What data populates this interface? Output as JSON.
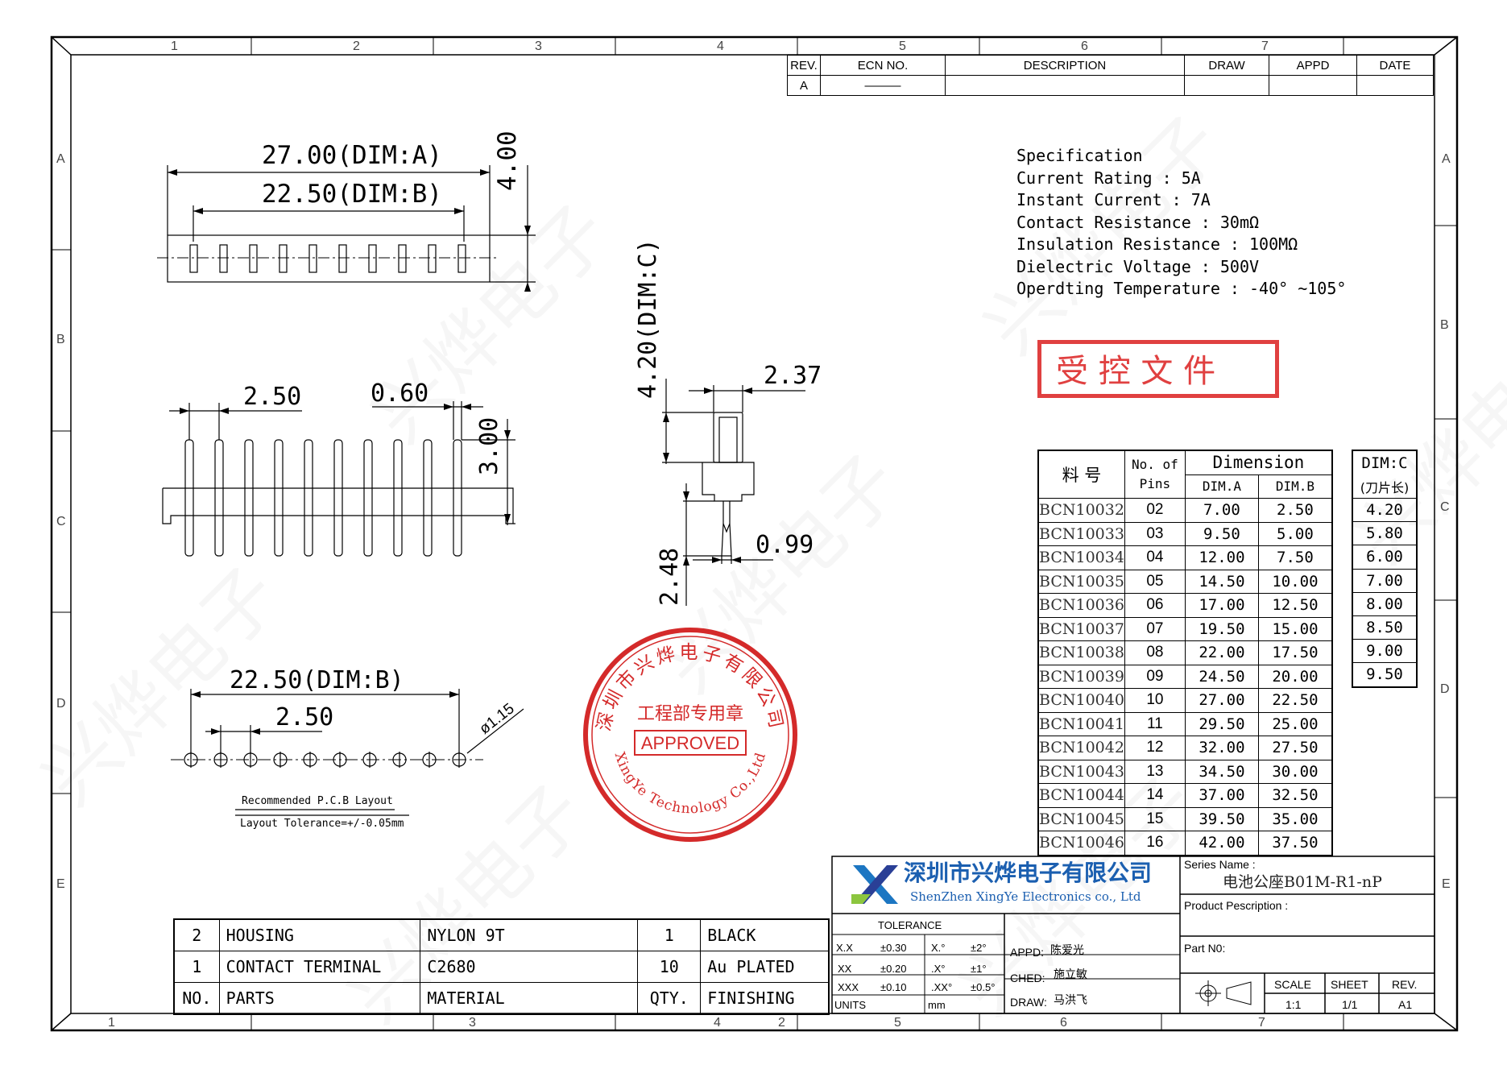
{
  "frame": {
    "top_zones": [
      "1",
      "2",
      "3",
      "4",
      "5",
      "6",
      "7"
    ],
    "bottom_zones": [
      "1",
      "3",
      "4",
      "2",
      "5",
      "6",
      "7"
    ],
    "side_zones": [
      "A",
      "B",
      "C",
      "D",
      "E"
    ]
  },
  "revision_table": {
    "headers": [
      "REV.",
      "ECN NO.",
      "DESCRIPTION",
      "DRAW",
      "APPD",
      "DATE"
    ],
    "row": [
      "A",
      "———",
      "",
      "",
      "",
      ""
    ]
  },
  "views": {
    "top_view": {
      "dim_a_label": "27.00(DIM:A)",
      "dim_b_label": "22.50(DIM:B)",
      "height_label": "4.00"
    },
    "front_view": {
      "pitch_label": "2.50",
      "pin_width_label": "0.60",
      "pin_height_label": "3.00"
    },
    "side_view": {
      "dim_c_label": "4.20(DIM:C)",
      "width_label": "2.37",
      "pin_label": "0.99",
      "tail_label": "2.48"
    },
    "pcb_layout": {
      "dim_b_label": "22.50(DIM:B)",
      "pitch_label": "2.50",
      "hole_label": "ø1.15",
      "title": "Recommended P.C.B Layout",
      "tolerance": "Layout Tolerance=+/-0.05mm"
    }
  },
  "specification": {
    "title": "Specification",
    "lines": [
      "Current Rating : 5A",
      "Instant Current : 7A",
      "Contact Resistance : 30mΩ",
      "Insulation Resistance : 100MΩ",
      "Dielectric Voltage : 500V",
      "Operdting Temperature : -40° ~105°"
    ]
  },
  "controlled_stamp": "受 控 文 件",
  "dimension_table": {
    "header_part": "料 号",
    "header_pins": [
      "No. of",
      "Pins"
    ],
    "header_dimension": "Dimension",
    "header_dim_a": "DIM.A",
    "header_dim_b": "DIM.B",
    "rows": [
      {
        "part": "BCN10032",
        "pins": "02",
        "a": "7.00",
        "b": "2.50"
      },
      {
        "part": "BCN10033",
        "pins": "03",
        "a": "9.50",
        "b": "5.00"
      },
      {
        "part": "BCN10034",
        "pins": "04",
        "a": "12.00",
        "b": "7.50"
      },
      {
        "part": "BCN10035",
        "pins": "05",
        "a": "14.50",
        "b": "10.00"
      },
      {
        "part": "BCN10036",
        "pins": "06",
        "a": "17.00",
        "b": "12.50"
      },
      {
        "part": "BCN10037",
        "pins": "07",
        "a": "19.50",
        "b": "15.00"
      },
      {
        "part": "BCN10038",
        "pins": "08",
        "a": "22.00",
        "b": "17.50"
      },
      {
        "part": "BCN10039",
        "pins": "09",
        "a": "24.50",
        "b": "20.00"
      },
      {
        "part": "BCN10040",
        "pins": "10",
        "a": "27.00",
        "b": "22.50"
      },
      {
        "part": "BCN10041",
        "pins": "11",
        "a": "29.50",
        "b": "25.00"
      },
      {
        "part": "BCN10042",
        "pins": "12",
        "a": "32.00",
        "b": "27.50"
      },
      {
        "part": "BCN10043",
        "pins": "13",
        "a": "34.50",
        "b": "30.00"
      },
      {
        "part": "BCN10044",
        "pins": "14",
        "a": "37.00",
        "b": "32.50"
      },
      {
        "part": "BCN10045",
        "pins": "15",
        "a": "39.50",
        "b": "35.00"
      },
      {
        "part": "BCN10046",
        "pins": "16",
        "a": "42.00",
        "b": "37.50"
      }
    ]
  },
  "dim_c_table": {
    "header": "DIM:C",
    "subheader": "(刀片长)",
    "values": [
      "4.20",
      "5.80",
      "6.00",
      "7.00",
      "8.00",
      "8.50",
      "9.00",
      "9.50"
    ]
  },
  "approved_seal": {
    "outer_text": "深圳市兴烨电子有限公司",
    "inner_text": "工程部专用章",
    "approved": "APPROVED",
    "english": "XingYe Technology Co.,Ltd"
  },
  "company": {
    "name_cn": "深圳市兴烨电子有限公司",
    "name_en": "ShenZhen XingYe Electronics co., Ltd",
    "logo_letter": "X"
  },
  "title_block": {
    "series_label": "Series Name :",
    "series_value": "电池公座B01M-R1-nP",
    "product_label": "Product Pescription :",
    "part_label": "Part N0:",
    "scale_label": "SCALE",
    "scale_value": "1:1",
    "sheet_label": "SHEET",
    "sheet_value": "1/1",
    "rev_label": "REV.",
    "rev_value": "A1",
    "units_label": "UNITS",
    "units_value": "mm",
    "appd": "APPD:",
    "appd_name": "陈爱光",
    "ched": "CHED:",
    "ched_name": "施立敏",
    "draw": "DRAW:",
    "draw_name": "马洪飞"
  },
  "tolerance": {
    "title": "TOLERANCE",
    "rows": [
      [
        "X.X",
        "±0.30",
        "X.°",
        "±2°"
      ],
      [
        "XX",
        "±0.20",
        ".X°",
        "±1°"
      ],
      [
        "XXX",
        "±0.10",
        ".XX°",
        "±0.5°"
      ]
    ]
  },
  "bom": {
    "rows": [
      [
        "2",
        "HOUSING",
        "NYLON 9T",
        "1",
        "BLACK"
      ],
      [
        "1",
        "CONTACT TERMINAL",
        "C2680",
        "10",
        "Au PLATED"
      ],
      [
        "NO.",
        "PARTS",
        "MATERIAL",
        "QTY.",
        "FINISHING"
      ]
    ]
  },
  "watermark": "兴烨电子"
}
